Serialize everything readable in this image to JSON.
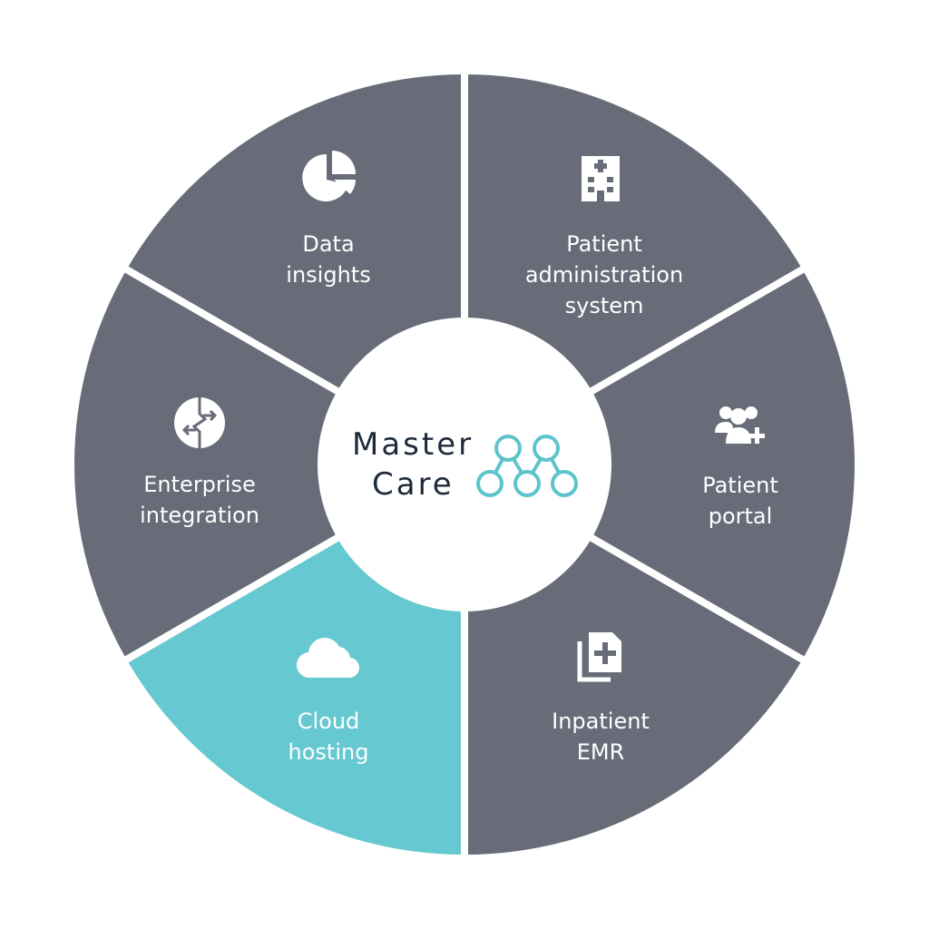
{
  "colors": {
    "segment": "#676c78",
    "highlight": "#66c8d0",
    "logo_text": "#1e2a3a",
    "logo_mark": "#5ec4cc"
  },
  "center": {
    "line1": "Master",
    "line2": "Care"
  },
  "segments": [
    {
      "icon": "pie-chart-icon",
      "lines": [
        "Data",
        "insights"
      ]
    },
    {
      "icon": "hospital-building-icon",
      "lines": [
        "Patient",
        "administration",
        "system"
      ]
    },
    {
      "icon": "users-plus-icon",
      "lines": [
        "Patient",
        "portal"
      ]
    },
    {
      "icon": "medical-document-icon",
      "lines": [
        "Inpatient",
        "EMR"
      ]
    },
    {
      "icon": "cloud-icon",
      "lines": [
        "Cloud",
        "hosting"
      ],
      "highlighted": true
    },
    {
      "icon": "integration-arrows-icon",
      "lines": [
        "Enterprise",
        "integration"
      ]
    }
  ]
}
